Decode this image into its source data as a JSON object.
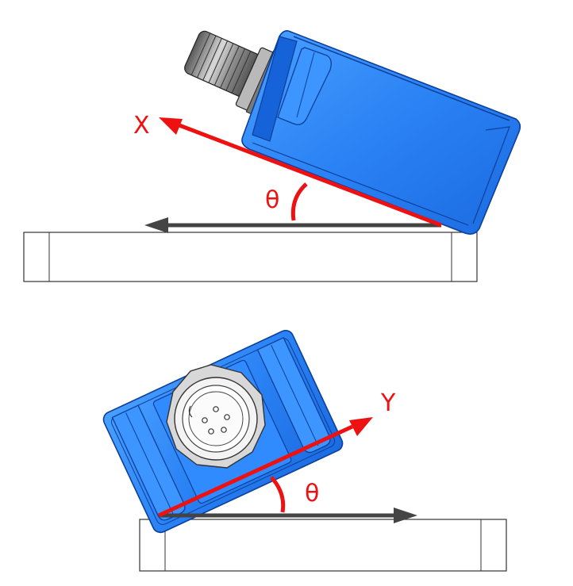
{
  "top_view": {
    "axis_label": "X",
    "angle_label": "θ"
  },
  "bottom_view": {
    "axis_label": "Y",
    "angle_label": "θ"
  },
  "colors": {
    "sensor_blue": "#1e78ee",
    "sensor_blue_light": "#3a93ff",
    "sensor_blue_dark": "#0b4fbc",
    "axis_red": "#ee1111",
    "reference_gray": "#444444",
    "connector_gray": "#9a9a9a",
    "outline": "#222222"
  },
  "icons": [
    "m12-connector-icon",
    "mounting-plate-icon"
  ]
}
